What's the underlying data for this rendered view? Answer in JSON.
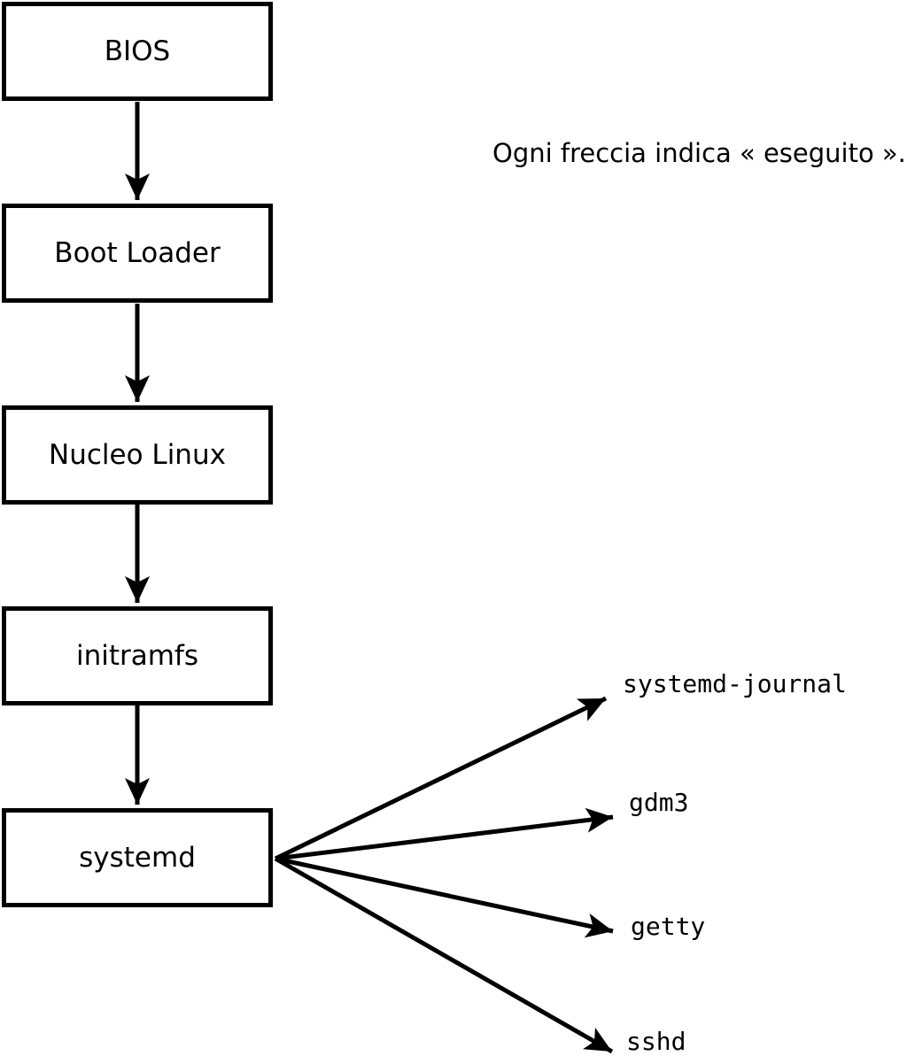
{
  "diagram": {
    "caption": "Ogni freccia indica « eseguito ».",
    "colors": {
      "line": "#000000",
      "text": "#000000",
      "background": "#ffffff"
    },
    "nodes": [
      {
        "id": "bios",
        "label": "BIOS"
      },
      {
        "id": "boot-loader",
        "label": "Boot Loader"
      },
      {
        "id": "nucleo-linux",
        "label": "Nucleo Linux"
      },
      {
        "id": "initramfs",
        "label": "initramfs"
      },
      {
        "id": "systemd",
        "label": "systemd"
      }
    ],
    "services": [
      {
        "id": "systemd-journal",
        "label": "systemd-journal"
      },
      {
        "id": "gdm3",
        "label": "gdm3"
      },
      {
        "id": "getty",
        "label": "getty"
      },
      {
        "id": "sshd",
        "label": "sshd"
      }
    ],
    "edges": [
      {
        "from": "bios",
        "to": "boot-loader",
        "meaning": "eseguito"
      },
      {
        "from": "boot-loader",
        "to": "nucleo-linux",
        "meaning": "eseguito"
      },
      {
        "from": "nucleo-linux",
        "to": "initramfs",
        "meaning": "eseguito"
      },
      {
        "from": "initramfs",
        "to": "systemd",
        "meaning": "eseguito"
      },
      {
        "from": "systemd",
        "to": "systemd-journal",
        "meaning": "eseguito"
      },
      {
        "from": "systemd",
        "to": "gdm3",
        "meaning": "eseguito"
      },
      {
        "from": "systemd",
        "to": "getty",
        "meaning": "eseguito"
      },
      {
        "from": "systemd",
        "to": "sshd",
        "meaning": "eseguito"
      }
    ]
  }
}
